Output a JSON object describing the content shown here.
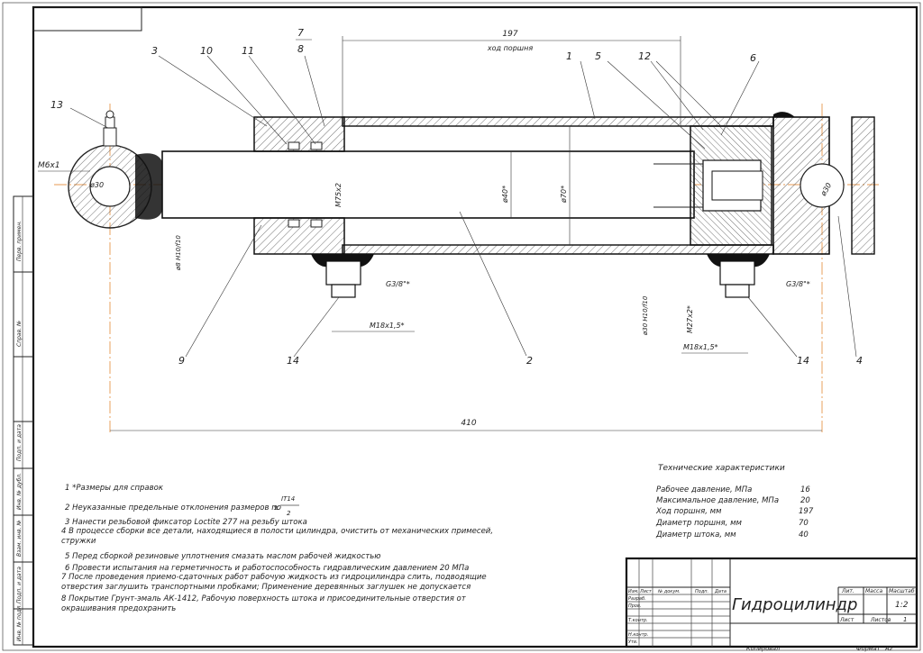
{
  "drawing": {
    "dims": {
      "d197": "197",
      "stroke_label": "ход поршня",
      "d410": "410",
      "m75x2": "M75x2",
      "d40": "ø40*",
      "d70": "ø70*",
      "d30_left": "ø30",
      "d30_right": "ø30",
      "h10f10_left": "ø8 H10/f10",
      "h10f10_right": "ø30 H10/f10",
      "m6x1": "M6x1",
      "g38_left": "G3/8\"*",
      "g38_right": "G3/8\"*",
      "m18_left": "M18x1,5*",
      "m18_right": "M18x1,5*",
      "m27x2": "M27x2*"
    },
    "callouts": [
      "1",
      "2",
      "3",
      "4",
      "5",
      "6",
      "7",
      "8",
      "9",
      "10",
      "11",
      "12",
      "13",
      "14",
      "14"
    ]
  },
  "notes": [
    "1 *Размеры для справок",
    "2 Неуказанные предельные отклонения размеров по",
    "3 Нанести резьбовой фиксатор Loctite 277 на резьбу штока",
    "4 В процессе сборки все детали, находящиеся в полости цилиндра, очистить от механических примесей, стружки",
    "5 Перед сборкой резиновые уплотнения смазать маслом рабочей жидкостью",
    "6 Провести испытания на герметичность и работоспособность гидравлическим давлением 20 МПа",
    "7 После проведения приемо-сдаточных работ рабочую жидкость из гидроцилиндра слить, подводящие отверстия заглушить транспортными пробками; Применение деревянных заглушек не допускается",
    "8 Покрытие Грунт-эмаль АК-1412, Рабочую поверхность штока и присоединительные отверстия от окрашивания предохранить"
  ],
  "tolerance": {
    "num": "IT14",
    "den": "2",
    "sign": "±"
  },
  "specs": {
    "title": "Технические характеристики",
    "rows": [
      {
        "label": "Рабочее давление, МПа",
        "value": "16"
      },
      {
        "label": "Максимальное давление, МПа",
        "value": "20"
      },
      {
        "label": "Ход поршня, мм",
        "value": "197"
      },
      {
        "label": "Диаметр поршня, мм",
        "value": "70"
      },
      {
        "label": "Диаметр штока, мм",
        "value": "40"
      }
    ]
  },
  "title_block": {
    "name": "Гидроцилиндр",
    "lit": "Лит.",
    "mass": "Масса",
    "scale": "Масштаб",
    "scale_value": "1:2",
    "sheet": "Лист",
    "sheets": "Листов",
    "sheets_value": "1",
    "rows": [
      "Изм.",
      "Лист",
      "№ докум.",
      "Подп.",
      "Дата"
    ],
    "roles": [
      "Разраб.",
      "Пров.",
      "Т.контр.",
      "Н.контр.",
      "Утв."
    ],
    "copied": "Копировал",
    "format": "Формат",
    "format_value": "A2"
  },
  "side_stamps": [
    "Перв. примен.",
    "Справ. №",
    "Подп. и дата",
    "Инв. № дубл.",
    "Взам. инв. №",
    "Подп. и дата",
    "Инв. № подл."
  ]
}
